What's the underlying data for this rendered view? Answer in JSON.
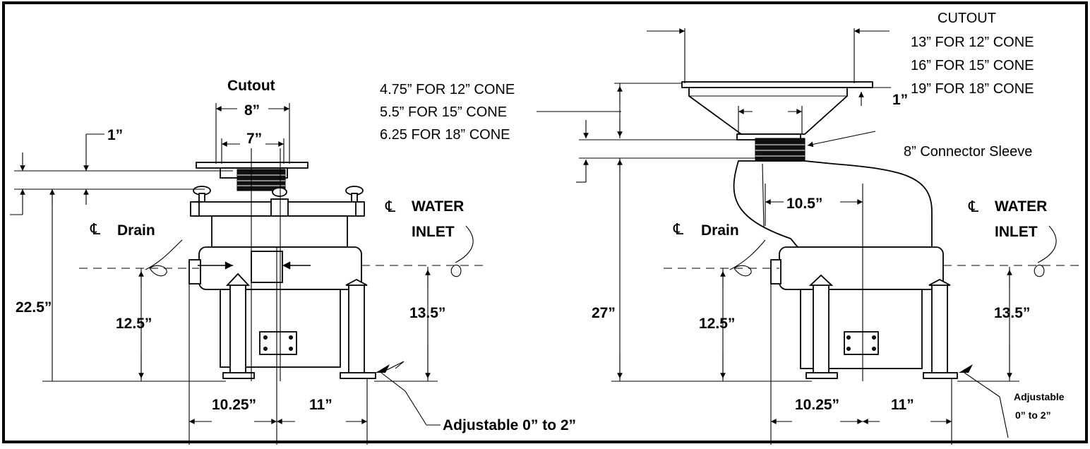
{
  "left": {
    "cutout_title": "Cutout",
    "dim_8": "8”",
    "dim_7": "7”",
    "dim_1": "1”",
    "drain": "Drain",
    "water_inlet_1": "WATER",
    "water_inlet_2": "INLET",
    "dim_225": "22.5”",
    "dim_125": "12.5”",
    "dim_135": "13.5”",
    "dim_1025": "10.25”",
    "dim_11": "11”",
    "adjustable": "Adjustable 0” to 2”"
  },
  "right": {
    "cutout_title": "CUTOUT",
    "cutout_lines": [
      "13” FOR 12” CONE",
      "16” FOR 15” CONE",
      "19” FOR 18” CONE"
    ],
    "cone_lines": [
      "4.75” FOR 12” CONE",
      "5.5” FOR 15” CONE",
      "6.25 FOR 18” CONE"
    ],
    "dim_1": "1”",
    "sleeve": "8” Connector Sleeve",
    "dim_105": "10.5”",
    "drain": "Drain",
    "water_inlet_1": "WATER",
    "water_inlet_2": "INLET",
    "dim_27": "27”",
    "dim_125": "12.5”",
    "dim_135": "13.5”",
    "dim_1025": "10.25”",
    "dim_11": "11”",
    "adjustable_1": "Adjustable",
    "adjustable_2": "0” to 2”"
  },
  "symbols": {
    "centerline": "℄"
  }
}
